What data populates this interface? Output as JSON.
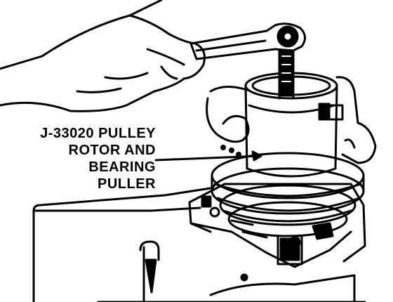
{
  "callout": {
    "lines": [
      "J-33020 PULLEY",
      "ROTOR AND",
      "BEARING",
      "PULLER"
    ]
  },
  "colors": {
    "ink": "#000000",
    "paper": "#ffffff"
  }
}
